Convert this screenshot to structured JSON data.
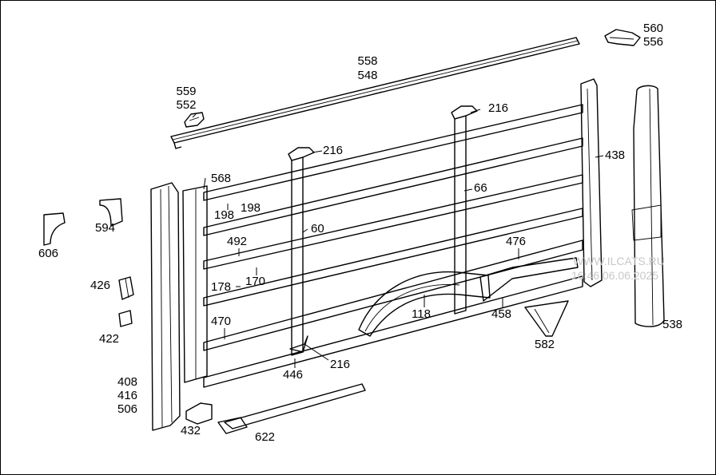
{
  "diagram": {
    "callouts": {
      "p558_548": [
        "558",
        "548"
      ],
      "p559_552": [
        "559",
        "552"
      ],
      "p560_556": [
        "560",
        "556"
      ],
      "p216_top": "216",
      "p216_mid": "216",
      "p216_low": "216",
      "p438": "438",
      "p568": "568",
      "p198a": "198",
      "p198b": "198",
      "p66": "66",
      "p60": "60",
      "p492": "492",
      "p476": "476",
      "p170": "170",
      "p178": "178",
      "p470": "470",
      "p118": "118",
      "p458": "458",
      "p446": "446",
      "p594": "594",
      "p606": "606",
      "p426": "426",
      "p422": "422",
      "p408_416_506": [
        "408",
        "416",
        "506"
      ],
      "p432": "432",
      "p622": "622",
      "p582": "582",
      "p538": "538"
    },
    "watermark": {
      "line1": "WWW.ILCATS.RU",
      "line2": "16:46 06.06.2025"
    }
  }
}
